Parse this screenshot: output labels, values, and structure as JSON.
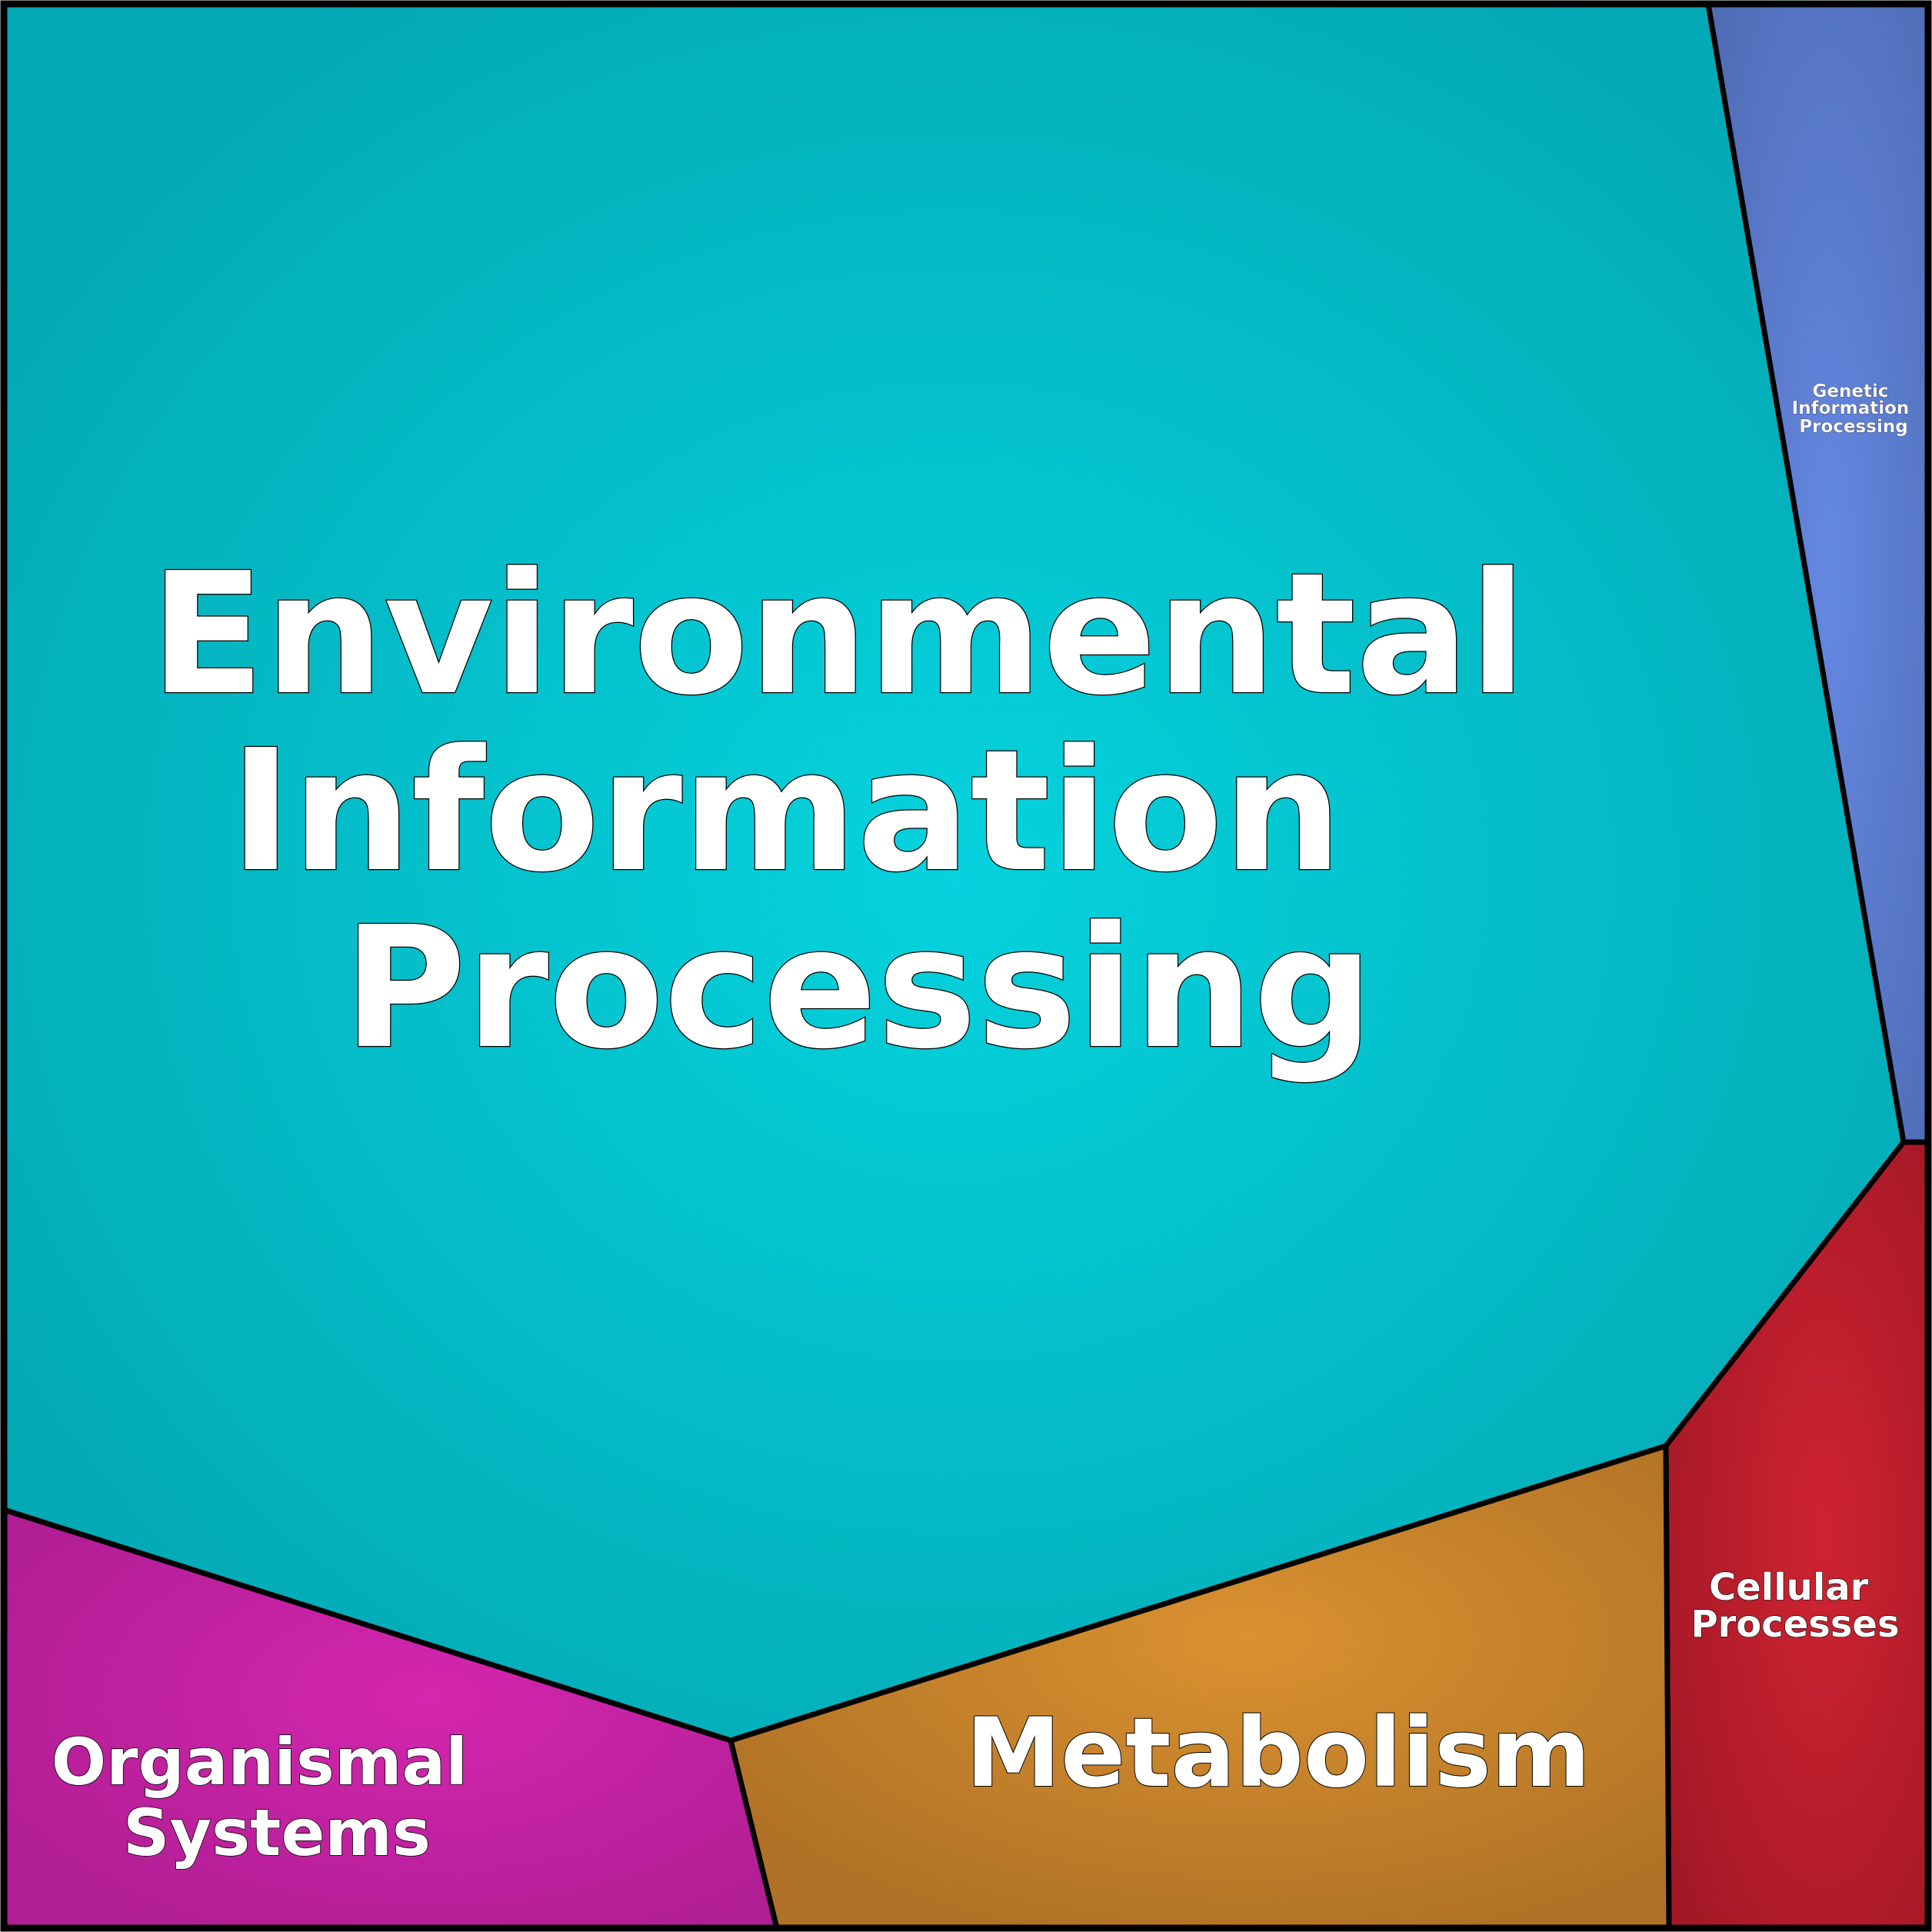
{
  "diagram": {
    "cells": [
      {
        "id": "environmental",
        "lines": [
          "Environmental",
          "Information",
          "Processing"
        ],
        "color": "#04c0cc",
        "color_center": "#05d3de",
        "color_edge": "#03a9b4"
      },
      {
        "id": "genetic",
        "lines": [
          "Genetic",
          "Information",
          "Processing"
        ],
        "color": "#5b7ccd",
        "color_center": "#6588e2",
        "color_edge": "#4f6cb5"
      },
      {
        "id": "cellular",
        "lines": [
          "Cellular",
          "Processes"
        ],
        "color": "#bb1e2c",
        "color_center": "#cf2331",
        "color_edge": "#a31826"
      },
      {
        "id": "metabolism",
        "lines": [
          "Metabolism"
        ],
        "color": "#c8832c",
        "color_center": "#da9130",
        "color_edge": "#b07226"
      },
      {
        "id": "organismal",
        "lines": [
          "Organismal",
          "Systems"
        ],
        "color": "#c423a5",
        "color_center": "#d426ae",
        "color_edge": "#b01e94"
      }
    ]
  }
}
